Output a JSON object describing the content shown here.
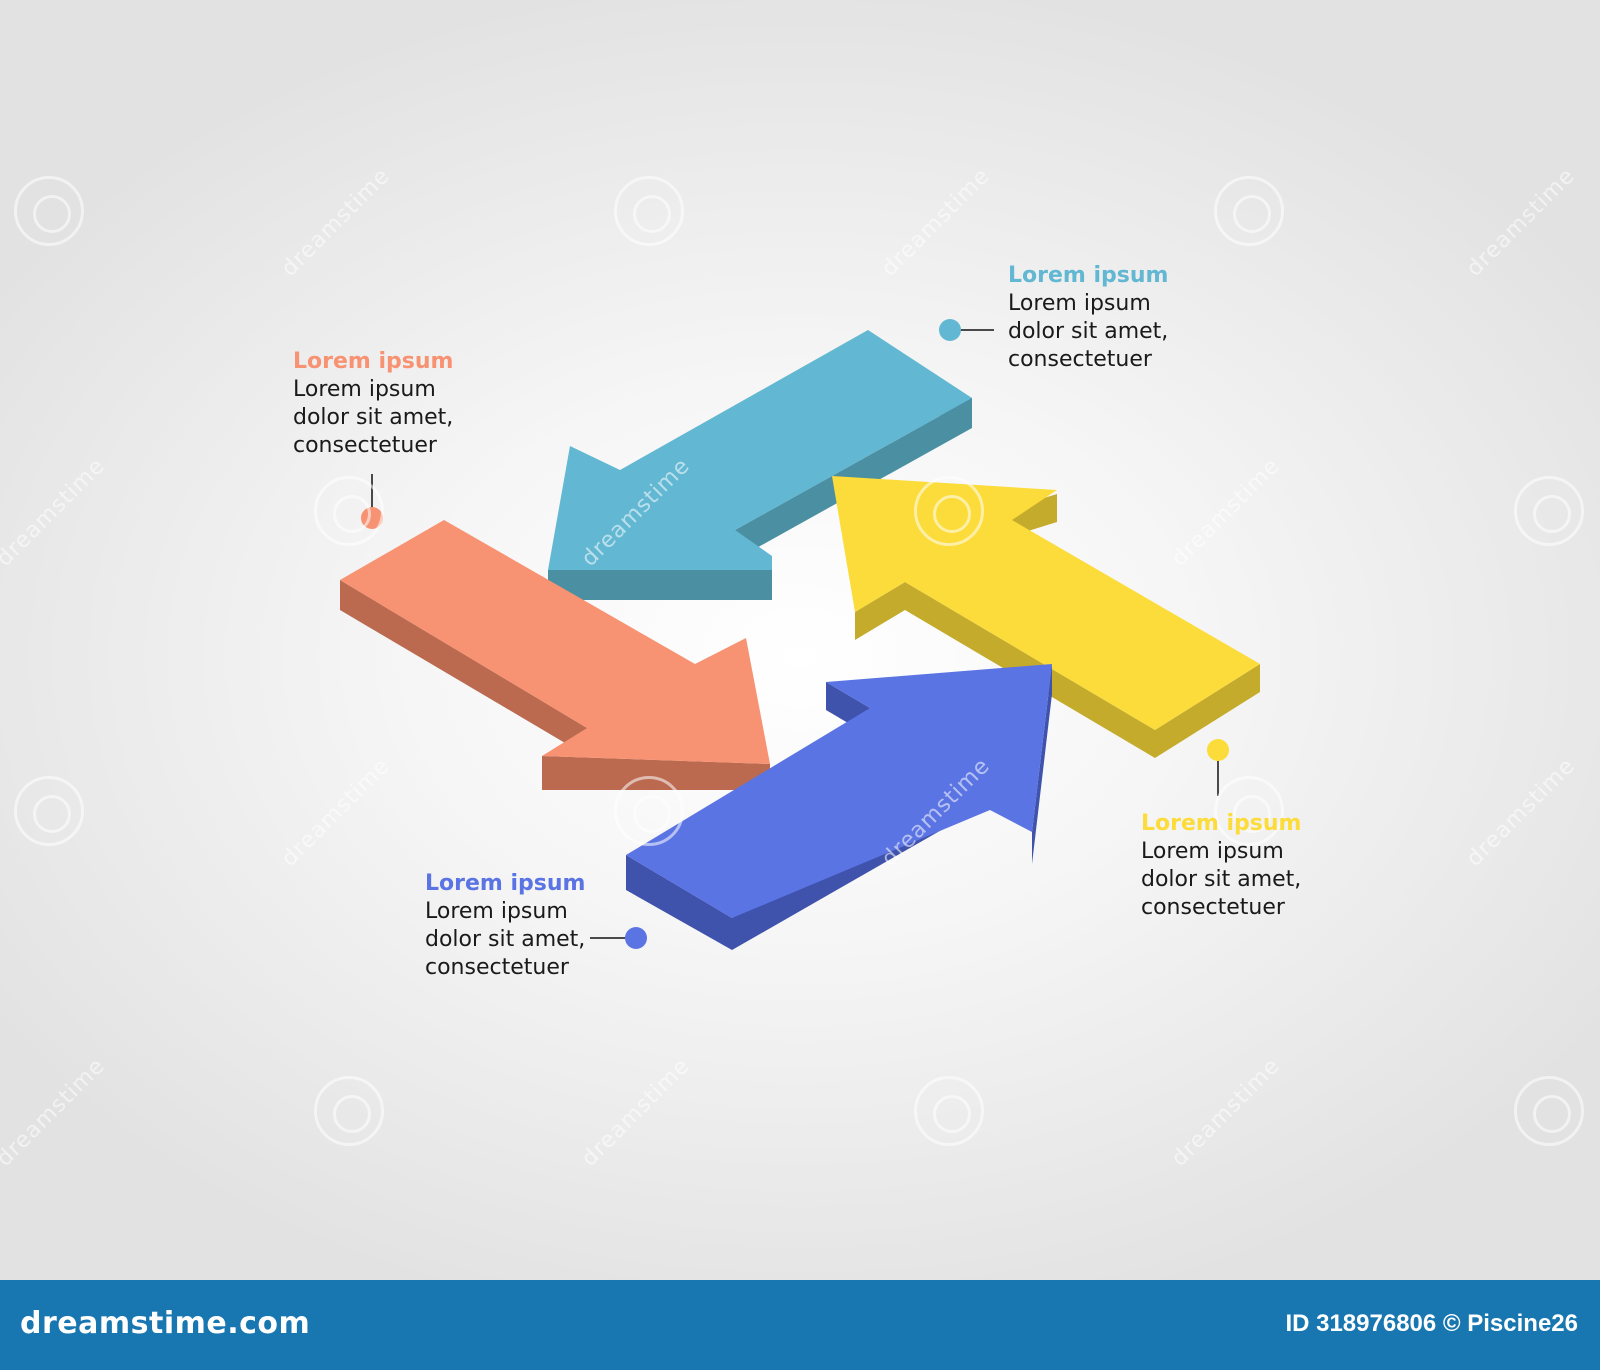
{
  "colors": {
    "teal": "#62b8d2",
    "orange": "#f79272",
    "yellow": "#fcdc3a",
    "blue": "#5b74e4",
    "footer": "#1877b0"
  },
  "items": [
    {
      "id": "teal",
      "title": "Lorem ipsum",
      "body": "Lorem ipsum\ndolor sit amet,\nconsectetuer",
      "color": "#62b8d2",
      "direction": "down-left"
    },
    {
      "id": "orange",
      "title": "Lorem ipsum",
      "body": "Lorem ipsum\ndolor sit amet,\nconsectetuer",
      "color": "#f79272",
      "direction": "down-right"
    },
    {
      "id": "yellow",
      "title": "Lorem ipsum",
      "body": "Lorem ipsum\ndolor sit amet,\nconsectetuer",
      "color": "#fcdc3a",
      "direction": "up-left"
    },
    {
      "id": "blue",
      "title": "Lorem ipsum",
      "body": "Lorem ipsum\ndolor sit amet,\nconsectetuer",
      "color": "#5b74e4",
      "direction": "up-right"
    }
  ],
  "watermark": {
    "text": "dreamstime",
    "icon": "spiral-watermark-icon"
  },
  "footer": {
    "logo": "dreamstime.com",
    "id_text": "ID 318976806 © Piscine26"
  }
}
